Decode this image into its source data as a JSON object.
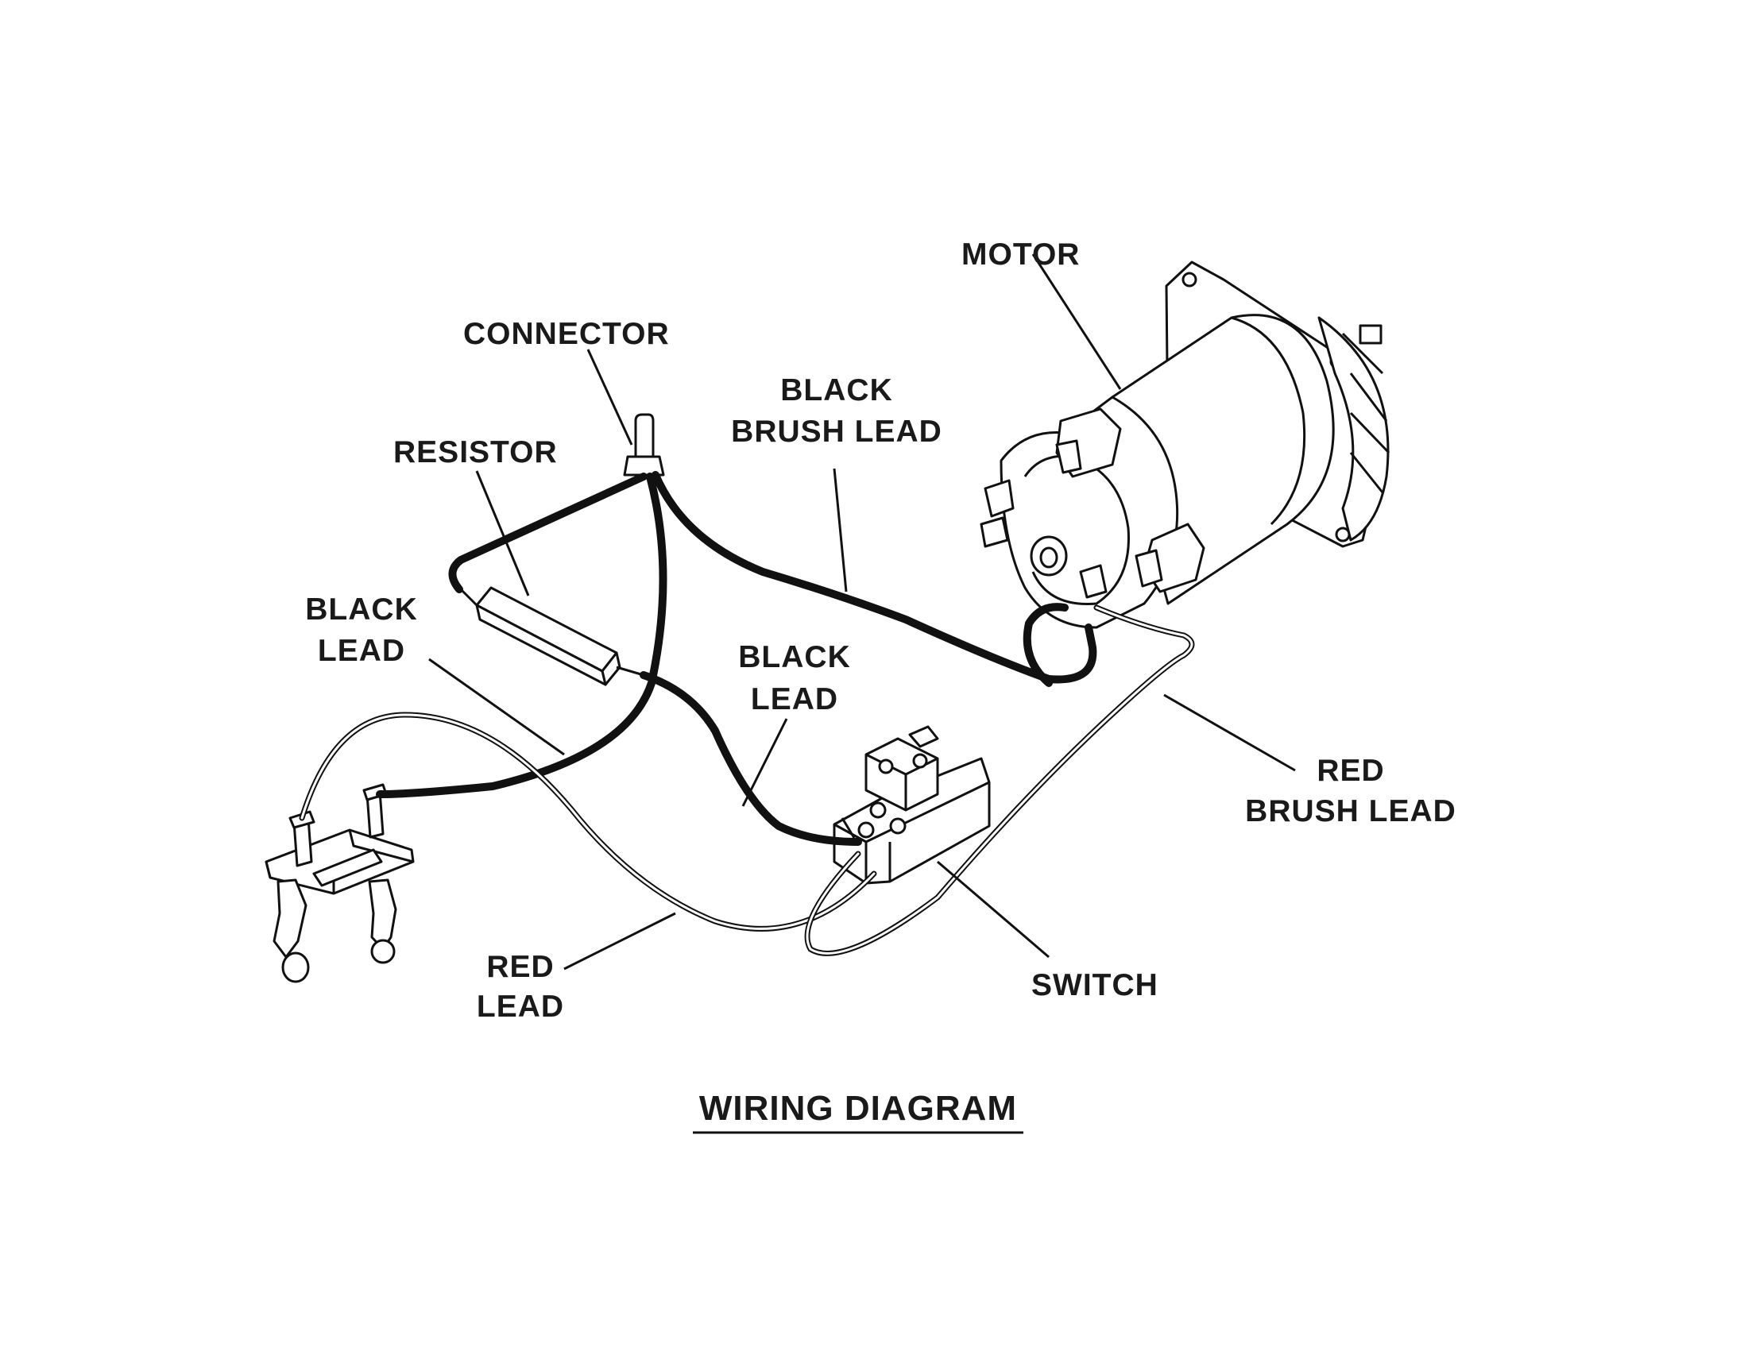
{
  "labels": {
    "motor": "MOTOR",
    "connector": "CONNECTOR",
    "black_brush_lead": [
      "BLACK",
      "BRUSH LEAD"
    ],
    "resistor": "RESISTOR",
    "black_lead_left": [
      "BLACK",
      "LEAD"
    ],
    "black_lead_mid": [
      "BLACK",
      "LEAD"
    ],
    "red_brush_lead": [
      "RED",
      "BRUSH LEAD"
    ],
    "red_lead": [
      "RED",
      "LEAD"
    ],
    "switch": "SWITCH"
  },
  "title": "WIRING DIAGRAM"
}
